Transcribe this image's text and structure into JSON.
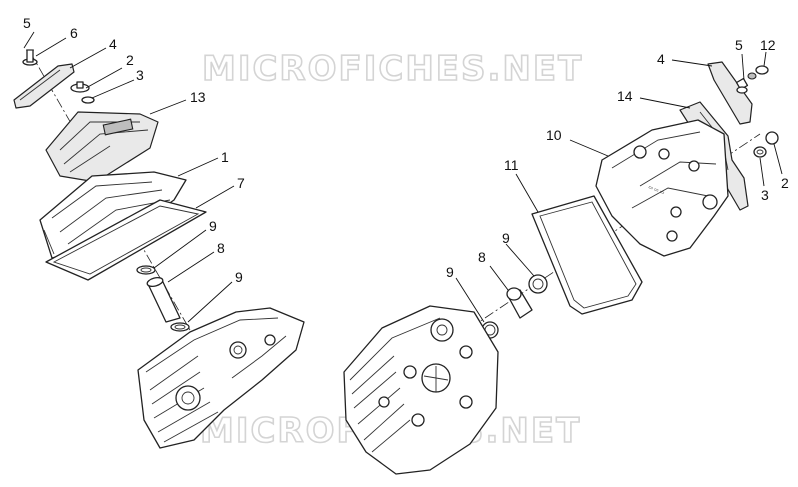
{
  "watermark": {
    "text": "MICROFICHES.NET"
  },
  "callouts": {
    "left": {
      "n5": "5",
      "n6": "6",
      "n4": "4",
      "n2": "2",
      "n3": "3",
      "n13": "13",
      "n1": "1",
      "n7": "7",
      "n9a": "9",
      "n8": "8",
      "n9b": "9"
    },
    "right": {
      "n4": "4",
      "n5": "5",
      "n12": "12",
      "n14": "14",
      "n10": "10",
      "n11": "11",
      "n9a": "9",
      "n9b": "9",
      "n8": "8",
      "n2": "2",
      "n3": "3"
    }
  },
  "colors": {
    "line": "#222222",
    "watermark_stroke": "#d4d4d4",
    "background": "#ffffff"
  }
}
